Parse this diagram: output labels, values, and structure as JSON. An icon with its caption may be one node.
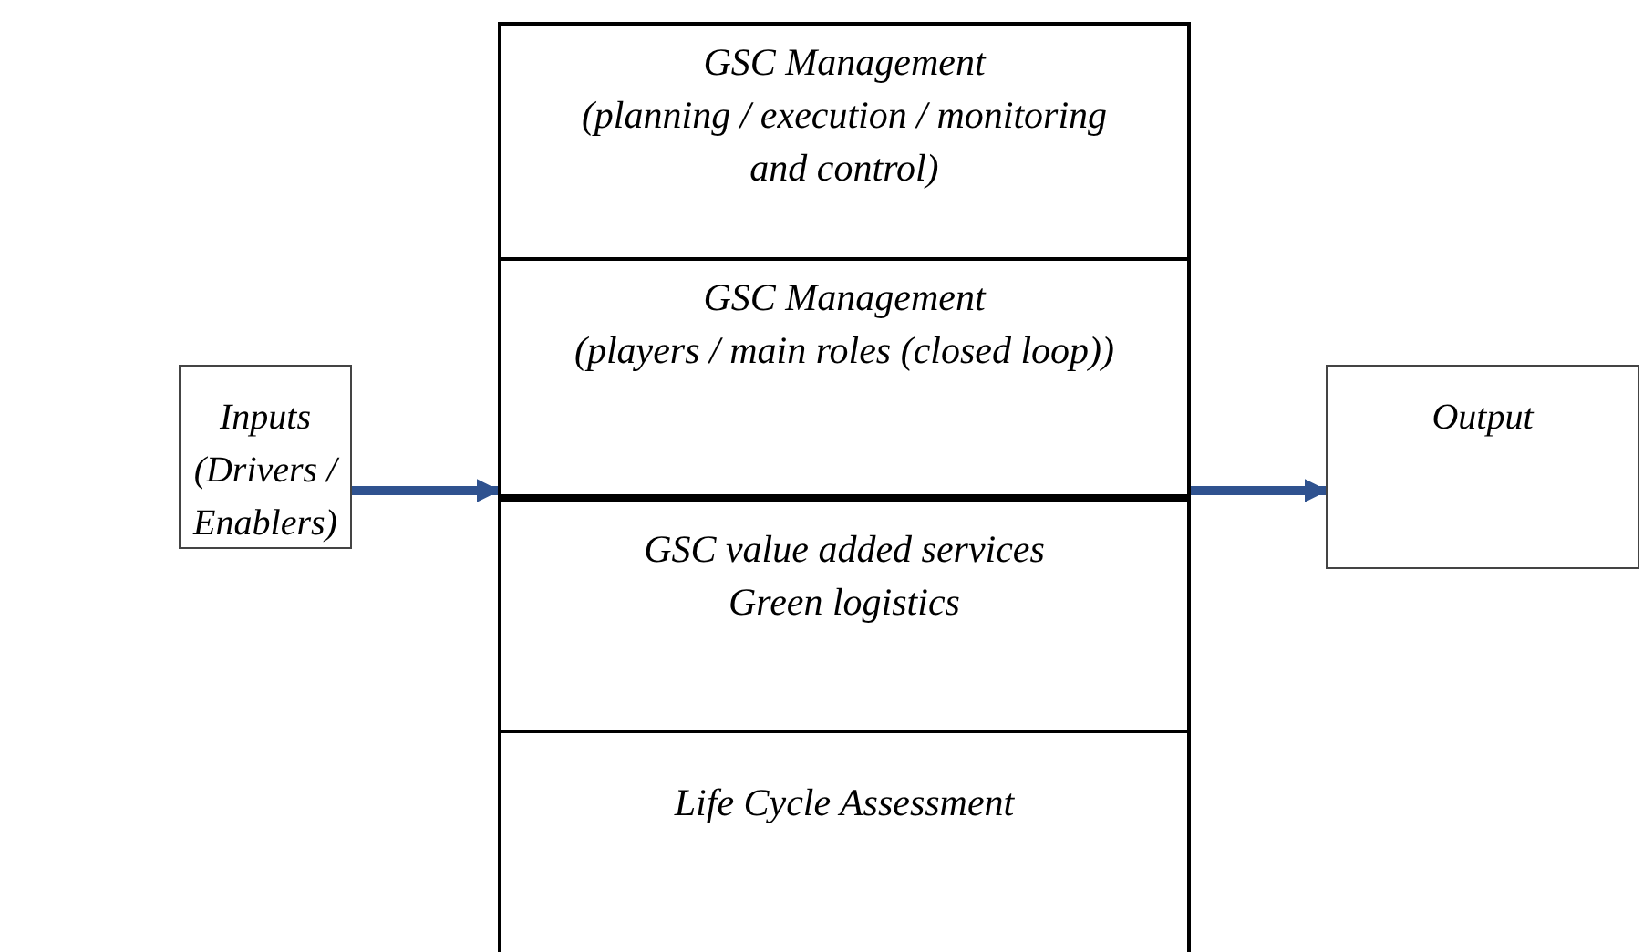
{
  "diagram": {
    "nodes": [
      {
        "text": [
          "Inputs (Drivers / Enablers)"
        ]
      },
      {
        "text": [],
        "shape": "box"
      },
      {
        "text": [
          "GSC Management",
          "(planning / execution / monitoring and control)"
        ],
        "in": 1
      },
      {
        "text": [
          "GSC Management",
          "(players / main roles (closed loop))"
        ],
        "in": 1
      },
      {
        "text": [
          "GSC value added services",
          "Green logistics"
        ],
        "in": 1
      },
      {
        "text": [
          "Life Cycle Assessment"
        ],
        "in": 1
      },
      {
        "text": [
          "Output"
        ]
      }
    ],
    "edges": [
      {
        "from": 0,
        "to": 1,
        "arrow": "to"
      },
      {
        "from": 1,
        "to": 6,
        "arrow": "to"
      }
    ]
  }
}
